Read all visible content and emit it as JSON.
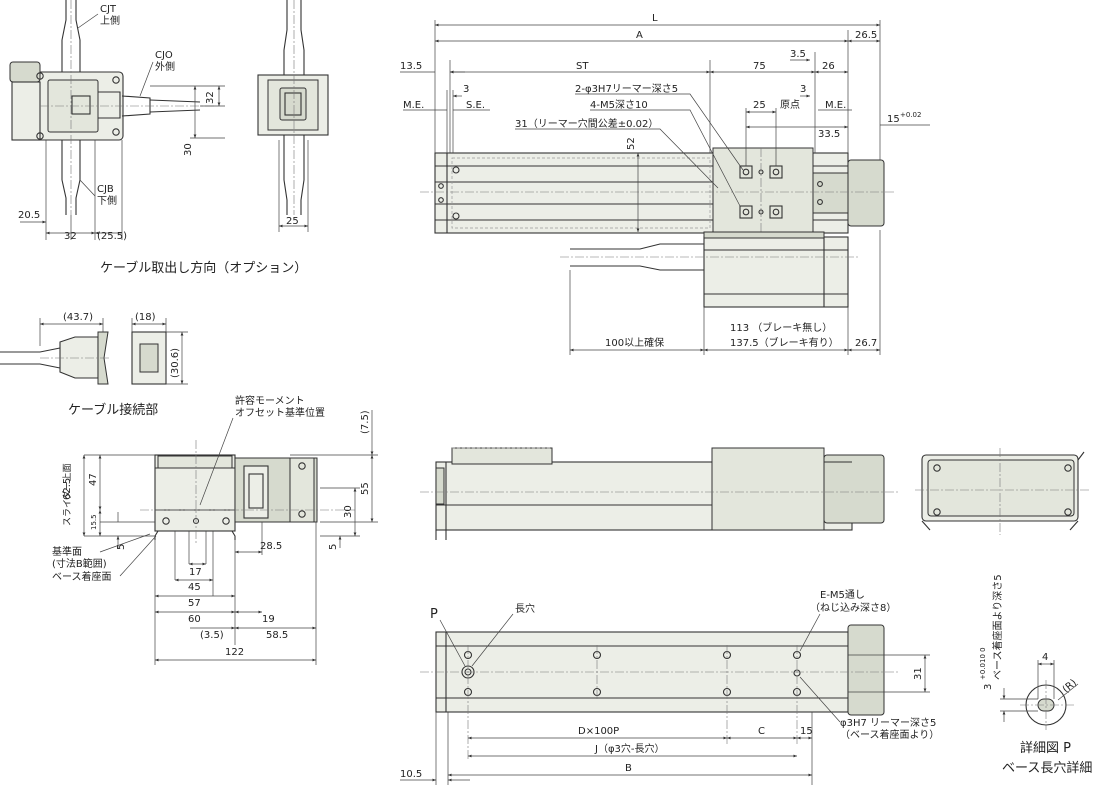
{
  "captions": {
    "cable_direction": "ケーブル取出し方向（オプション）",
    "cable_connection": "ケーブル接続部",
    "detail_p": "詳細図 P",
    "base_slot_detail": "ベース長穴詳細"
  },
  "cable_dir": {
    "cjt": "CJT",
    "cjt_sub": "上側",
    "cjo": "CJO",
    "cjo_sub": "外側",
    "cjb": "CJB",
    "cjb_sub": "下側",
    "d32v": "32",
    "d30v": "30",
    "d205": "20.5",
    "d32h": "32",
    "d255": "(25.5)",
    "d25": "25"
  },
  "cable_conn": {
    "d437": "(43.7)",
    "d18": "(18)",
    "d306": "(30.6)"
  },
  "front": {
    "moment_note1": "許容モーメント",
    "moment_note2": "オフセット基準位置",
    "d75": "(7.5)",
    "d625": "62.5",
    "slider_top": "スライダー上面",
    "d47": "47",
    "d155": "15.5",
    "d55": "55",
    "d30": "30",
    "d5a": "5",
    "d5b": "5",
    "ref_surface": "基準面",
    "ref_range": "(寸法B範囲)",
    "base_mount": "ベース着座面",
    "d285": "28.5",
    "d17": "17",
    "d45": "45",
    "d57": "57",
    "d60": "60",
    "d19": "19",
    "d35": "(3.5)",
    "d585": "58.5",
    "d122": "122"
  },
  "top": {
    "L": "L",
    "A": "A",
    "d265": "26.5",
    "d135": "13.5",
    "ST": "ST",
    "d35": "3.5",
    "d75": "75",
    "d3a": "3",
    "d3b": "3",
    "d26": "26",
    "me_left": "M.E.",
    "se": "S.E.",
    "origin": "原点",
    "me_right": "M.E.",
    "d25": "25",
    "d335": "33.5",
    "d15tol": "15",
    "tol": "+0.02",
    "note_reamer": "2-φ3H7リーマー深さ5",
    "note_m5": "4-M5深さ10",
    "note_pitch": "31（リーマー穴間公差±0.02）",
    "d52": "52",
    "d113": "113 （ブレーキ無し）",
    "d1375": "137.5（ブレーキ有り）",
    "d100": "100以上確保",
    "d267": "26.7"
  },
  "bottom": {
    "P": "P",
    "slot": "長穴",
    "em5": "E-M5通し",
    "em5_sub": "（ねじ込み深さ8）",
    "d31": "31",
    "reamer": "φ3H7 リーマー深さ5",
    "reamer_sub": "（ベース着座面より）",
    "dx100p": "D×100P",
    "C": "C",
    "d15": "15",
    "J": "J（φ3穴-長穴）",
    "B": "B",
    "d105": "10.5"
  },
  "detail": {
    "depth": "3",
    "depth_tol": "+0.010 0",
    "depth_label": "ベース着座面より深さ5",
    "d4": "4",
    "r": "(R)"
  }
}
